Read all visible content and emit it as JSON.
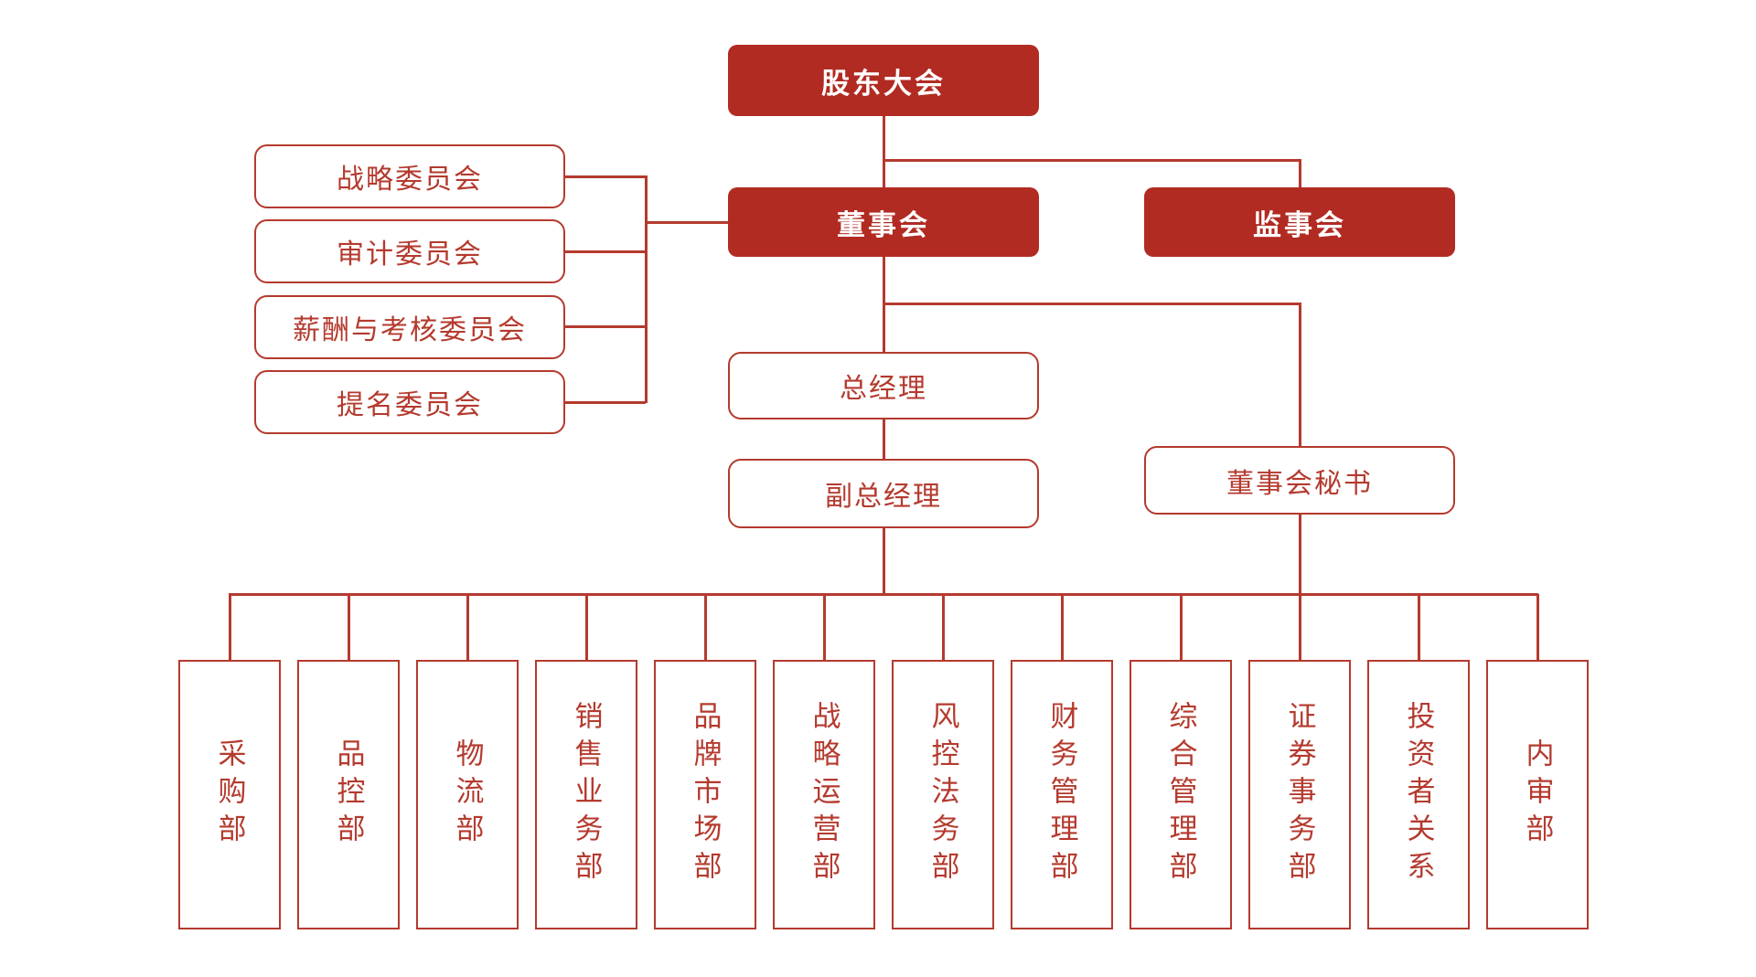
{
  "palette": {
    "box_fill_red": "#b12b22",
    "line_red": "#b43a2e",
    "text_on_fill": "#ffffff",
    "background": "#ffffff"
  },
  "nodes": {
    "shareholders_meeting": "股东大会",
    "board_of_directors": "董事会",
    "supervisory_board": "监事会",
    "general_manager": "总经理",
    "deputy_general_manager": "副总经理",
    "board_secretary": "董事会秘书"
  },
  "committees": [
    "战略委员会",
    "审计委员会",
    "薪酬与考核委员会",
    "提名委员会"
  ],
  "departments": [
    "采购部",
    "品控部",
    "物流部",
    "销售业务部",
    "品牌市场部",
    "战略运营部",
    "风控法务部",
    "财务管理部",
    "综合管理部",
    "证券事务部",
    "投资者关系",
    "内审部"
  ]
}
